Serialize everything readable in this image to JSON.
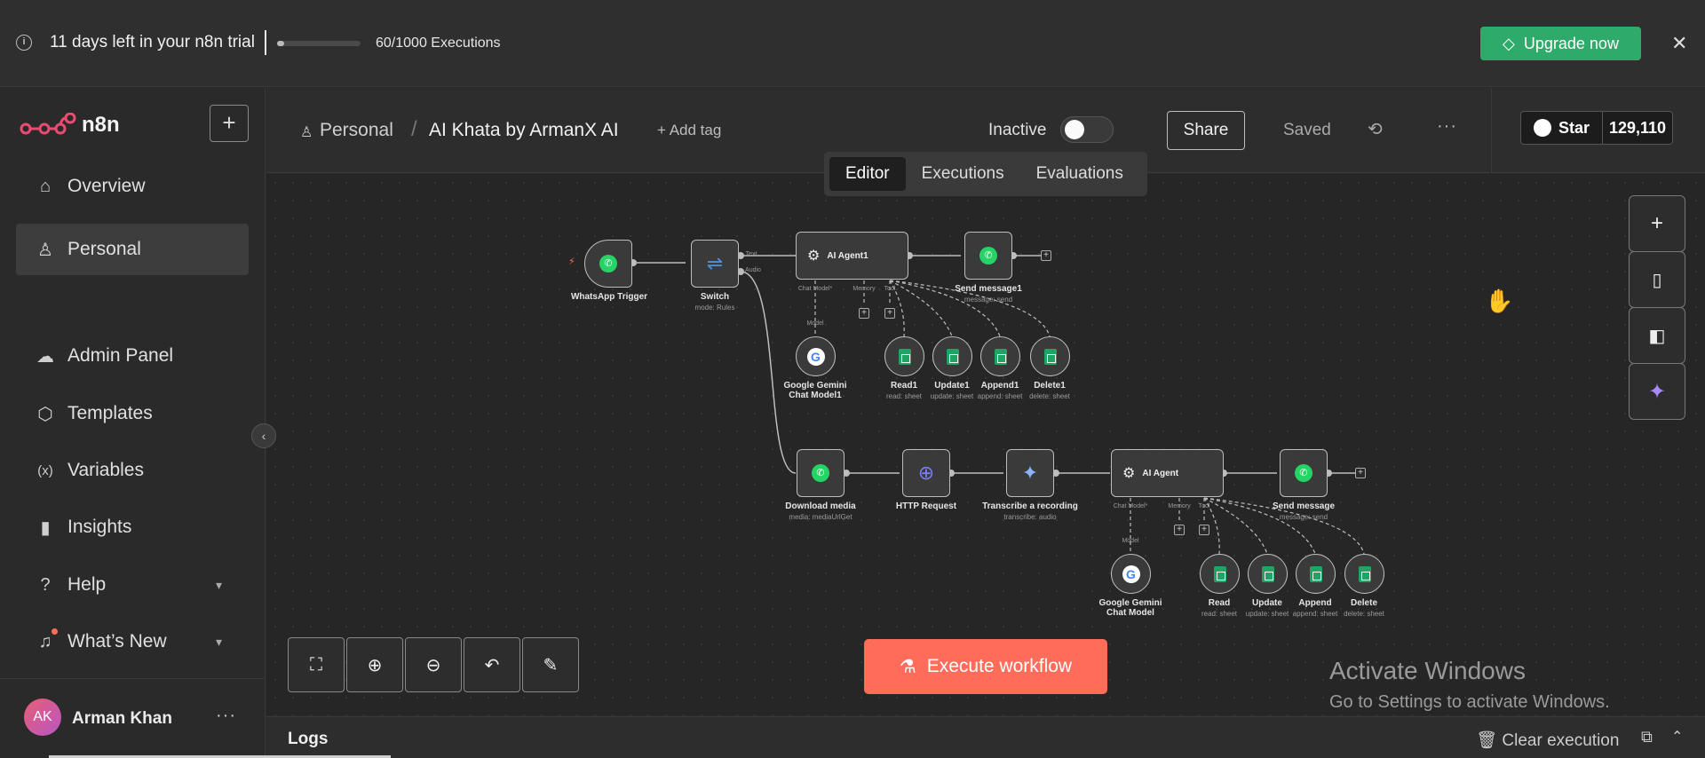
{
  "banner": {
    "trial_text": "11 days left in your n8n trial",
    "executions": "60/1000 Executions",
    "executions_fraction": 0.06,
    "upgrade_label": "Upgrade now",
    "upgrade_icon": "diamond-icon",
    "close_icon": "close-icon"
  },
  "sidebar": {
    "brand": "n8n",
    "add_icon": "plus-icon",
    "items": [
      {
        "label": "Overview",
        "icon": "home-icon"
      },
      {
        "label": "Personal",
        "icon": "user-icon"
      },
      {
        "label": "Admin Panel",
        "icon": "cloud-icon"
      },
      {
        "label": "Templates",
        "icon": "box-icon"
      },
      {
        "label": "Variables",
        "icon": "variable-icon"
      },
      {
        "label": "Insights",
        "icon": "chart-icon"
      },
      {
        "label": "Help",
        "icon": "question-icon"
      },
      {
        "label": "What’s New",
        "icon": "bell-icon"
      }
    ],
    "user": {
      "initials": "AK",
      "name": "Arman Khan"
    }
  },
  "header": {
    "breadcrumb_project": "Personal",
    "workflow_name": "AI Khata by ArmanX AI",
    "add_tag": "+ Add tag",
    "active_label": "Inactive",
    "active": false,
    "share_label": "Share",
    "save_status": "Saved",
    "tabs": [
      "Editor",
      "Executions",
      "Evaluations"
    ],
    "active_tab": "Editor"
  },
  "github": {
    "star_label": "Star",
    "star_count": "129,110"
  },
  "canvas": {
    "nodes": {
      "whatsapp_trigger": "WhatsApp Trigger",
      "switch": "Switch",
      "switch_sub": "mode: Rules",
      "switch_out_text": "Text",
      "switch_out_audio": "Audio",
      "ai_agent1": "AI Agent1",
      "send_message1": "Send message1",
      "send_message1_sub": "message: send",
      "chat_model_port": "Chat Model*",
      "memory_port": "Memory",
      "tool_port": "Tool",
      "model_port": "Model",
      "gemini1": "Google Gemini Chat Model1",
      "read1": "Read1",
      "read1_sub": "read: sheet",
      "update1": "Update1",
      "update1_sub": "update: sheet",
      "append1": "Append1",
      "append1_sub": "append: sheet",
      "delete1": "Delete1",
      "delete1_sub": "delete: sheet",
      "download_media": "Download media",
      "download_media_sub": "media: mediaUrlGet",
      "http_request": "HTTP Request",
      "transcribe": "Transcribe a recording",
      "transcribe_sub": "transcribe: audio",
      "ai_agent": "AI Agent",
      "send_message": "Send message",
      "send_message_sub": "message: send",
      "gemini": "Google Gemini Chat Model",
      "read": "Read",
      "read_sub": "read: sheet",
      "update": "Update",
      "update_sub": "update: sheet",
      "append": "Append",
      "append_sub": "append: sheet",
      "delete": "Delete",
      "delete_sub": "delete: sheet"
    },
    "execute_label": "Execute workflow",
    "watermark_title": "Activate Windows",
    "watermark_sub": "Go to Settings to activate Windows."
  },
  "logs": {
    "title": "Logs",
    "clear_label": "Clear execution"
  }
}
